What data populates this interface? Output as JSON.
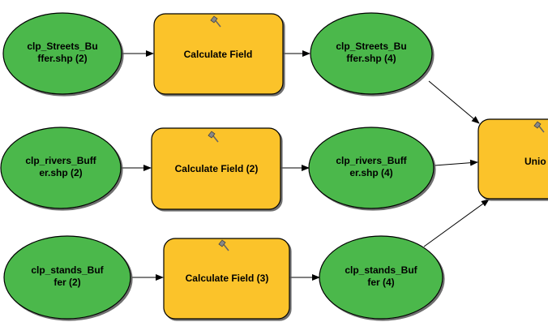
{
  "diagram": {
    "colors": {
      "data_fill": "#4cb84c",
      "tool_fill": "#fbc32a",
      "outline": "#000000",
      "connector": "#000000"
    },
    "nodes": {
      "streets_input": {
        "lines": [
          "clp_Streets_Bu",
          "ffer.shp (2)"
        ]
      },
      "calc_field_1": {
        "lines": [
          "Calculate Field"
        ]
      },
      "streets_output": {
        "lines": [
          "clp_Streets_Bu",
          "ffer.shp (4)"
        ]
      },
      "rivers_input": {
        "lines": [
          "clp_rivers_Buff",
          "er.shp (2)"
        ]
      },
      "calc_field_2": {
        "lines": [
          "Calculate Field (2)"
        ]
      },
      "rivers_output": {
        "lines": [
          "clp_rivers_Buff",
          "er.shp (4)"
        ]
      },
      "stands_input": {
        "lines": [
          "clp_stands_Buf",
          "fer (2)"
        ]
      },
      "calc_field_3": {
        "lines": [
          "Calculate Field (3)"
        ]
      },
      "stands_output": {
        "lines": [
          "clp_stands_Buf",
          "fer (4)"
        ]
      },
      "union_tool": {
        "lines": [
          "Unio"
        ]
      }
    },
    "tool_icon": "hammer-icon"
  }
}
